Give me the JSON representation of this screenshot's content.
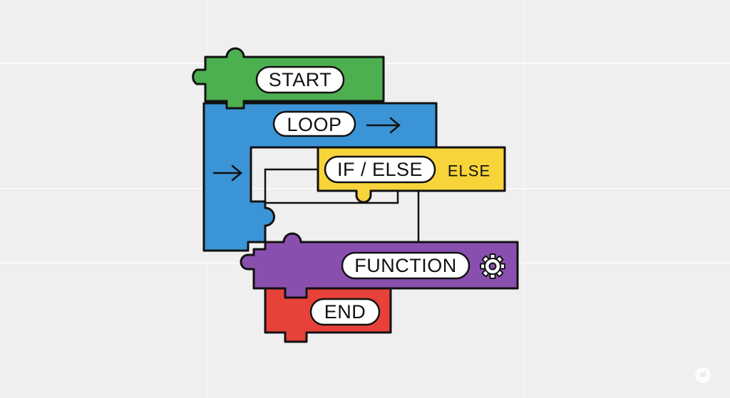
{
  "diagram": {
    "blocks": {
      "start": {
        "label": "START",
        "color": "#4caf50"
      },
      "loop": {
        "label": "LOOP",
        "color": "#3b94d6"
      },
      "ifelse": {
        "label": "IF / ELSE",
        "tag": "ELSE",
        "color": "#f7d43a"
      },
      "function": {
        "label": "FUNCTION",
        "color": "#8a4fae"
      },
      "end": {
        "label": "END",
        "color": "#e6423a"
      }
    },
    "icons": {
      "loop_arrow": "right-arrow-icon",
      "loop_side_arrow": "right-arrow-icon",
      "function_gear": "gear-icon"
    },
    "outline_color": "#111111",
    "pill_color": "#ffffff"
  },
  "watermark": {
    "text": "ai"
  }
}
